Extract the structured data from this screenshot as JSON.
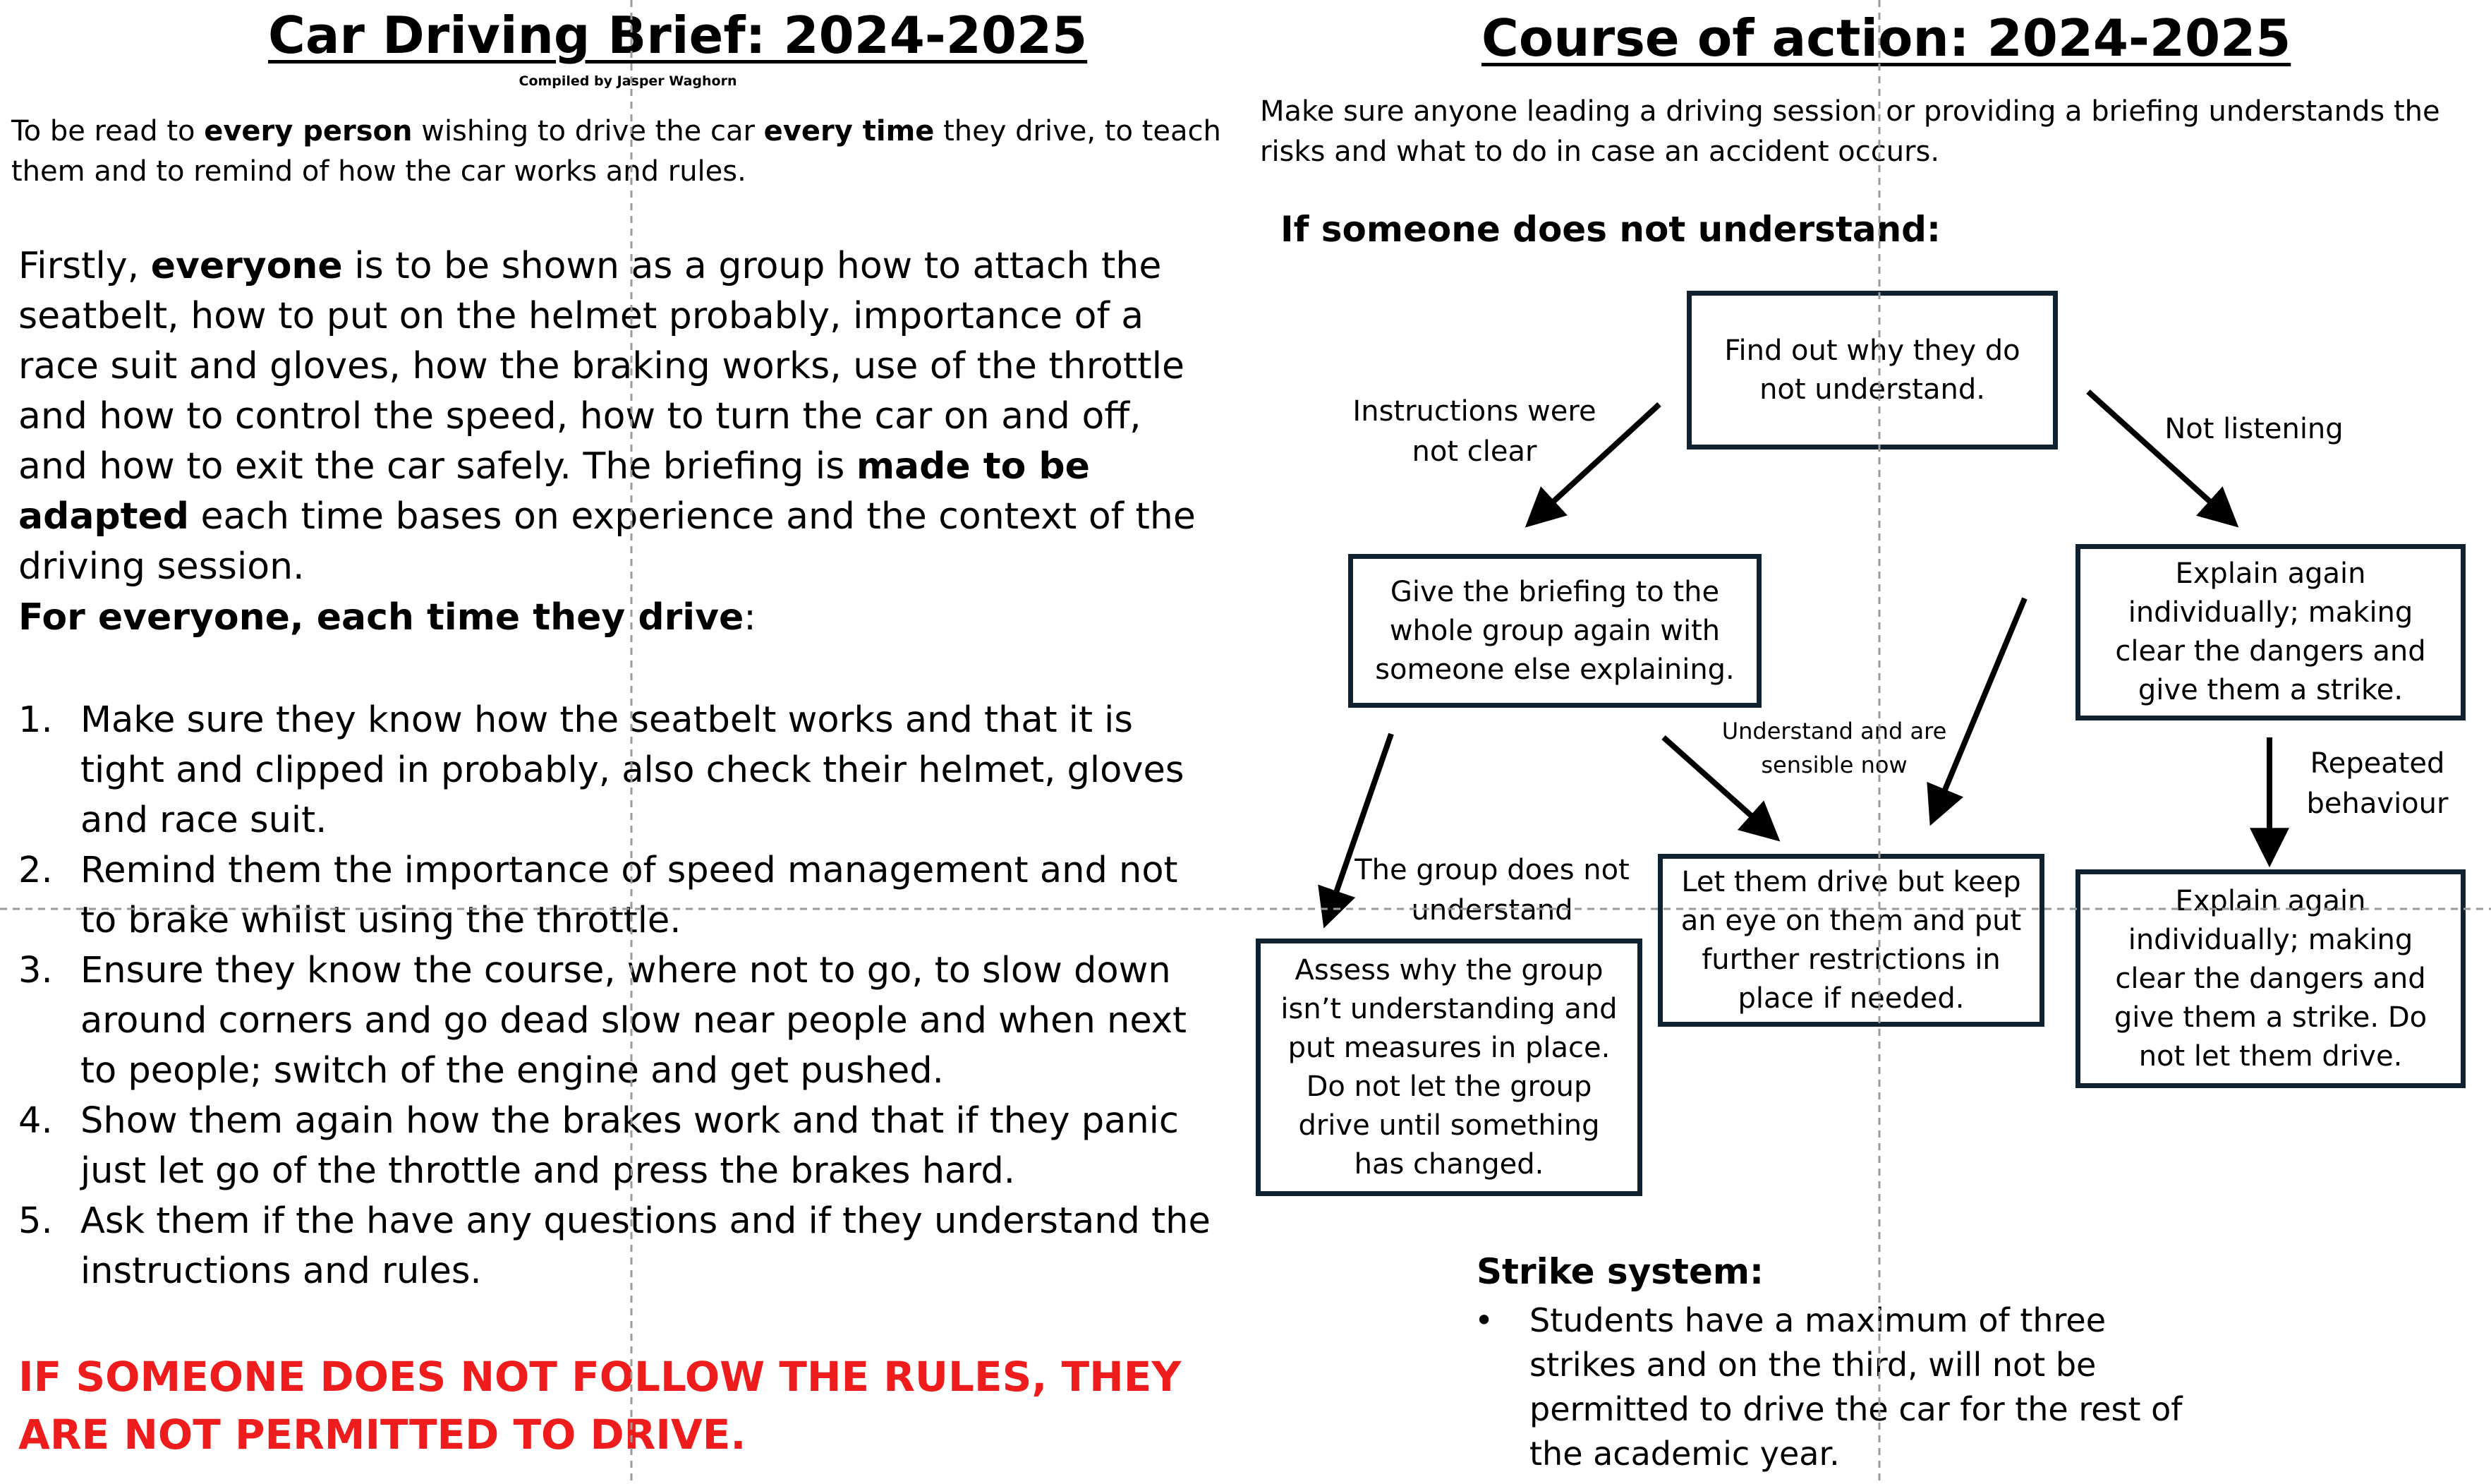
{
  "left": {
    "title": "Car Driving Brief: 2024-2025",
    "compiled_by": "Compiled by Jasper Waghorn",
    "intro": [
      "To be read to ",
      "every person",
      " wishing to drive the car ",
      "every time",
      " they drive, to teach them and to remind of how the car works and rules."
    ],
    "paragraph": [
      "Firstly, ",
      "everyone",
      " is to be shown as a group how to attach the seatbelt, how to put on the helmet probably, importance of a race suit and gloves, how the braking works, use of the throttle and how to control the speed, how to turn the car on and off, and how to exit the car safely. The briefing is ",
      "made to be adapted",
      " each time bases on experience and the context of the driving session."
    ],
    "subheading": "For everyone, each time they drive",
    "subheading_suffix": ":",
    "rules": [
      {
        "num": "1.",
        "text": "Make sure they know how the seatbelt works and that it is tight and clipped in probably, also check their helmet, gloves and race suit."
      },
      {
        "num": "2.",
        "text": "Remind them the importance of speed management and not to brake whilst using the throttle."
      },
      {
        "num": "3.",
        "text": "Ensure they know the course, where not to go, to slow down around corners and go dead slow near people and when next to people; switch of the engine and get pushed."
      },
      {
        "num": "4.",
        "text": "Show them again how the brakes work and that if they panic just let go of the throttle and press the brakes hard."
      },
      {
        "num": "5.",
        "text": "Ask them if the have any questions and if they understand the instructions and rules."
      }
    ],
    "warning": "IF SOMEONE DOES NOT FOLLOW THE RULES, THEY ARE NOT PERMITTED TO DRIVE."
  },
  "right": {
    "title": "Course of action: 2024-2025",
    "intro": "Make sure anyone leading a driving session or providing a briefing understands the risks and what to do in case an accident occurs.",
    "flow_heading": "If someone does not understand:",
    "boxes": {
      "find_out": "Find out why they do not understand.",
      "give_briefing": "Give the briefing to the whole group again with someone else explaining.",
      "explain_strike": "Explain again individually; making clear the dangers and give them a strike.",
      "assess_group": "Assess why the group isn’t understanding and put measures in place. Do not let the group drive until something has changed.",
      "let_drive": "Let them drive but keep an eye on them and put further restrictions in place if needed.",
      "explain_no_drive": "Explain again individually; making clear the dangers and give them a strike. Do not let them drive."
    },
    "labels": {
      "instructions_unclear": "Instructions were not clear",
      "not_listening": "Not listening",
      "understand_sensible": "Understand and are sensible now",
      "repeated": "Repeated behaviour",
      "group_not_understand": "The group does not understand"
    },
    "strike": {
      "heading": "Strike system:",
      "bullet": "•",
      "text": "Students have a maximum of three strikes and on the third, will not be permitted to drive the car for the rest of the academic year."
    }
  },
  "colors": {
    "box_border": "#102230",
    "warning": "#ee1c1c",
    "guide_lines": "#9a9a9a"
  }
}
